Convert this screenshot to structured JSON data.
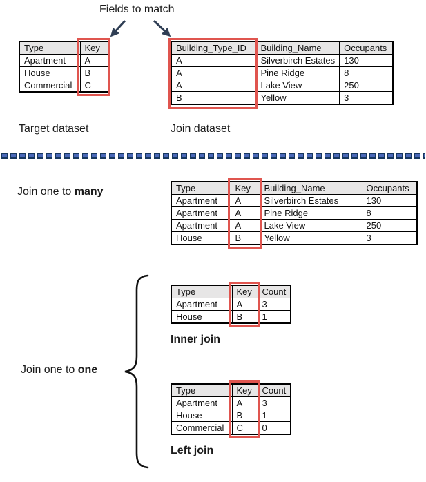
{
  "title": {
    "fields_to_match": "Fields to match"
  },
  "labels": {
    "target_dataset": "Target dataset",
    "join_dataset": "Join dataset",
    "join_many_prefix": "Join one to ",
    "join_many_bold": "many",
    "join_one_prefix": "Join one to ",
    "join_one_bold": "one",
    "inner_join": "Inner join",
    "left_join": "Left join"
  },
  "icons": {
    "arrow_left": "down-left-arrow",
    "arrow_right": "down-right-arrow",
    "brace": "left-curly-brace",
    "divider": "decorative-dashed-divider"
  },
  "colors": {
    "red_box": "#e0554f",
    "arrow": "#2f3e54",
    "divider_fill": "#4a68b8",
    "divider_dark": "#17375e",
    "table_header_bg": "#e7e6e6"
  },
  "tables": {
    "target": {
      "headers": [
        "Type",
        "Key"
      ],
      "rows": [
        [
          "Apartment",
          "A"
        ],
        [
          "House",
          "B"
        ],
        [
          "Commercial",
          "C"
        ]
      ]
    },
    "join": {
      "headers": [
        "Building_Type_ID",
        "Building_Name",
        "Occupants"
      ],
      "rows": [
        [
          "A",
          "Silverbirch Estates",
          "130"
        ],
        [
          "A",
          "Pine Ridge",
          "8"
        ],
        [
          "A",
          "Lake View",
          "250"
        ],
        [
          "B",
          "Yellow",
          "3"
        ]
      ]
    },
    "one_to_many": {
      "headers": [
        "Type",
        "Key",
        "Building_Name",
        "Occupants"
      ],
      "rows": [
        [
          "Apartment",
          "A",
          "Silverbirch Estates",
          "130"
        ],
        [
          "Apartment",
          "A",
          "Pine Ridge",
          "8"
        ],
        [
          "Apartment",
          "A",
          "Lake View",
          "250"
        ],
        [
          "House",
          "B",
          "Yellow",
          "3"
        ]
      ]
    },
    "inner_join": {
      "headers": [
        "Type",
        "Key",
        "Count"
      ],
      "rows": [
        [
          "Apartment",
          "A",
          "3"
        ],
        [
          "House",
          "B",
          "1"
        ]
      ]
    },
    "left_join": {
      "headers": [
        "Type",
        "Key",
        "Count"
      ],
      "rows": [
        [
          "Apartment",
          "A",
          "3"
        ],
        [
          "House",
          "B",
          "1"
        ],
        [
          "Commercial",
          "C",
          "0"
        ]
      ]
    }
  }
}
